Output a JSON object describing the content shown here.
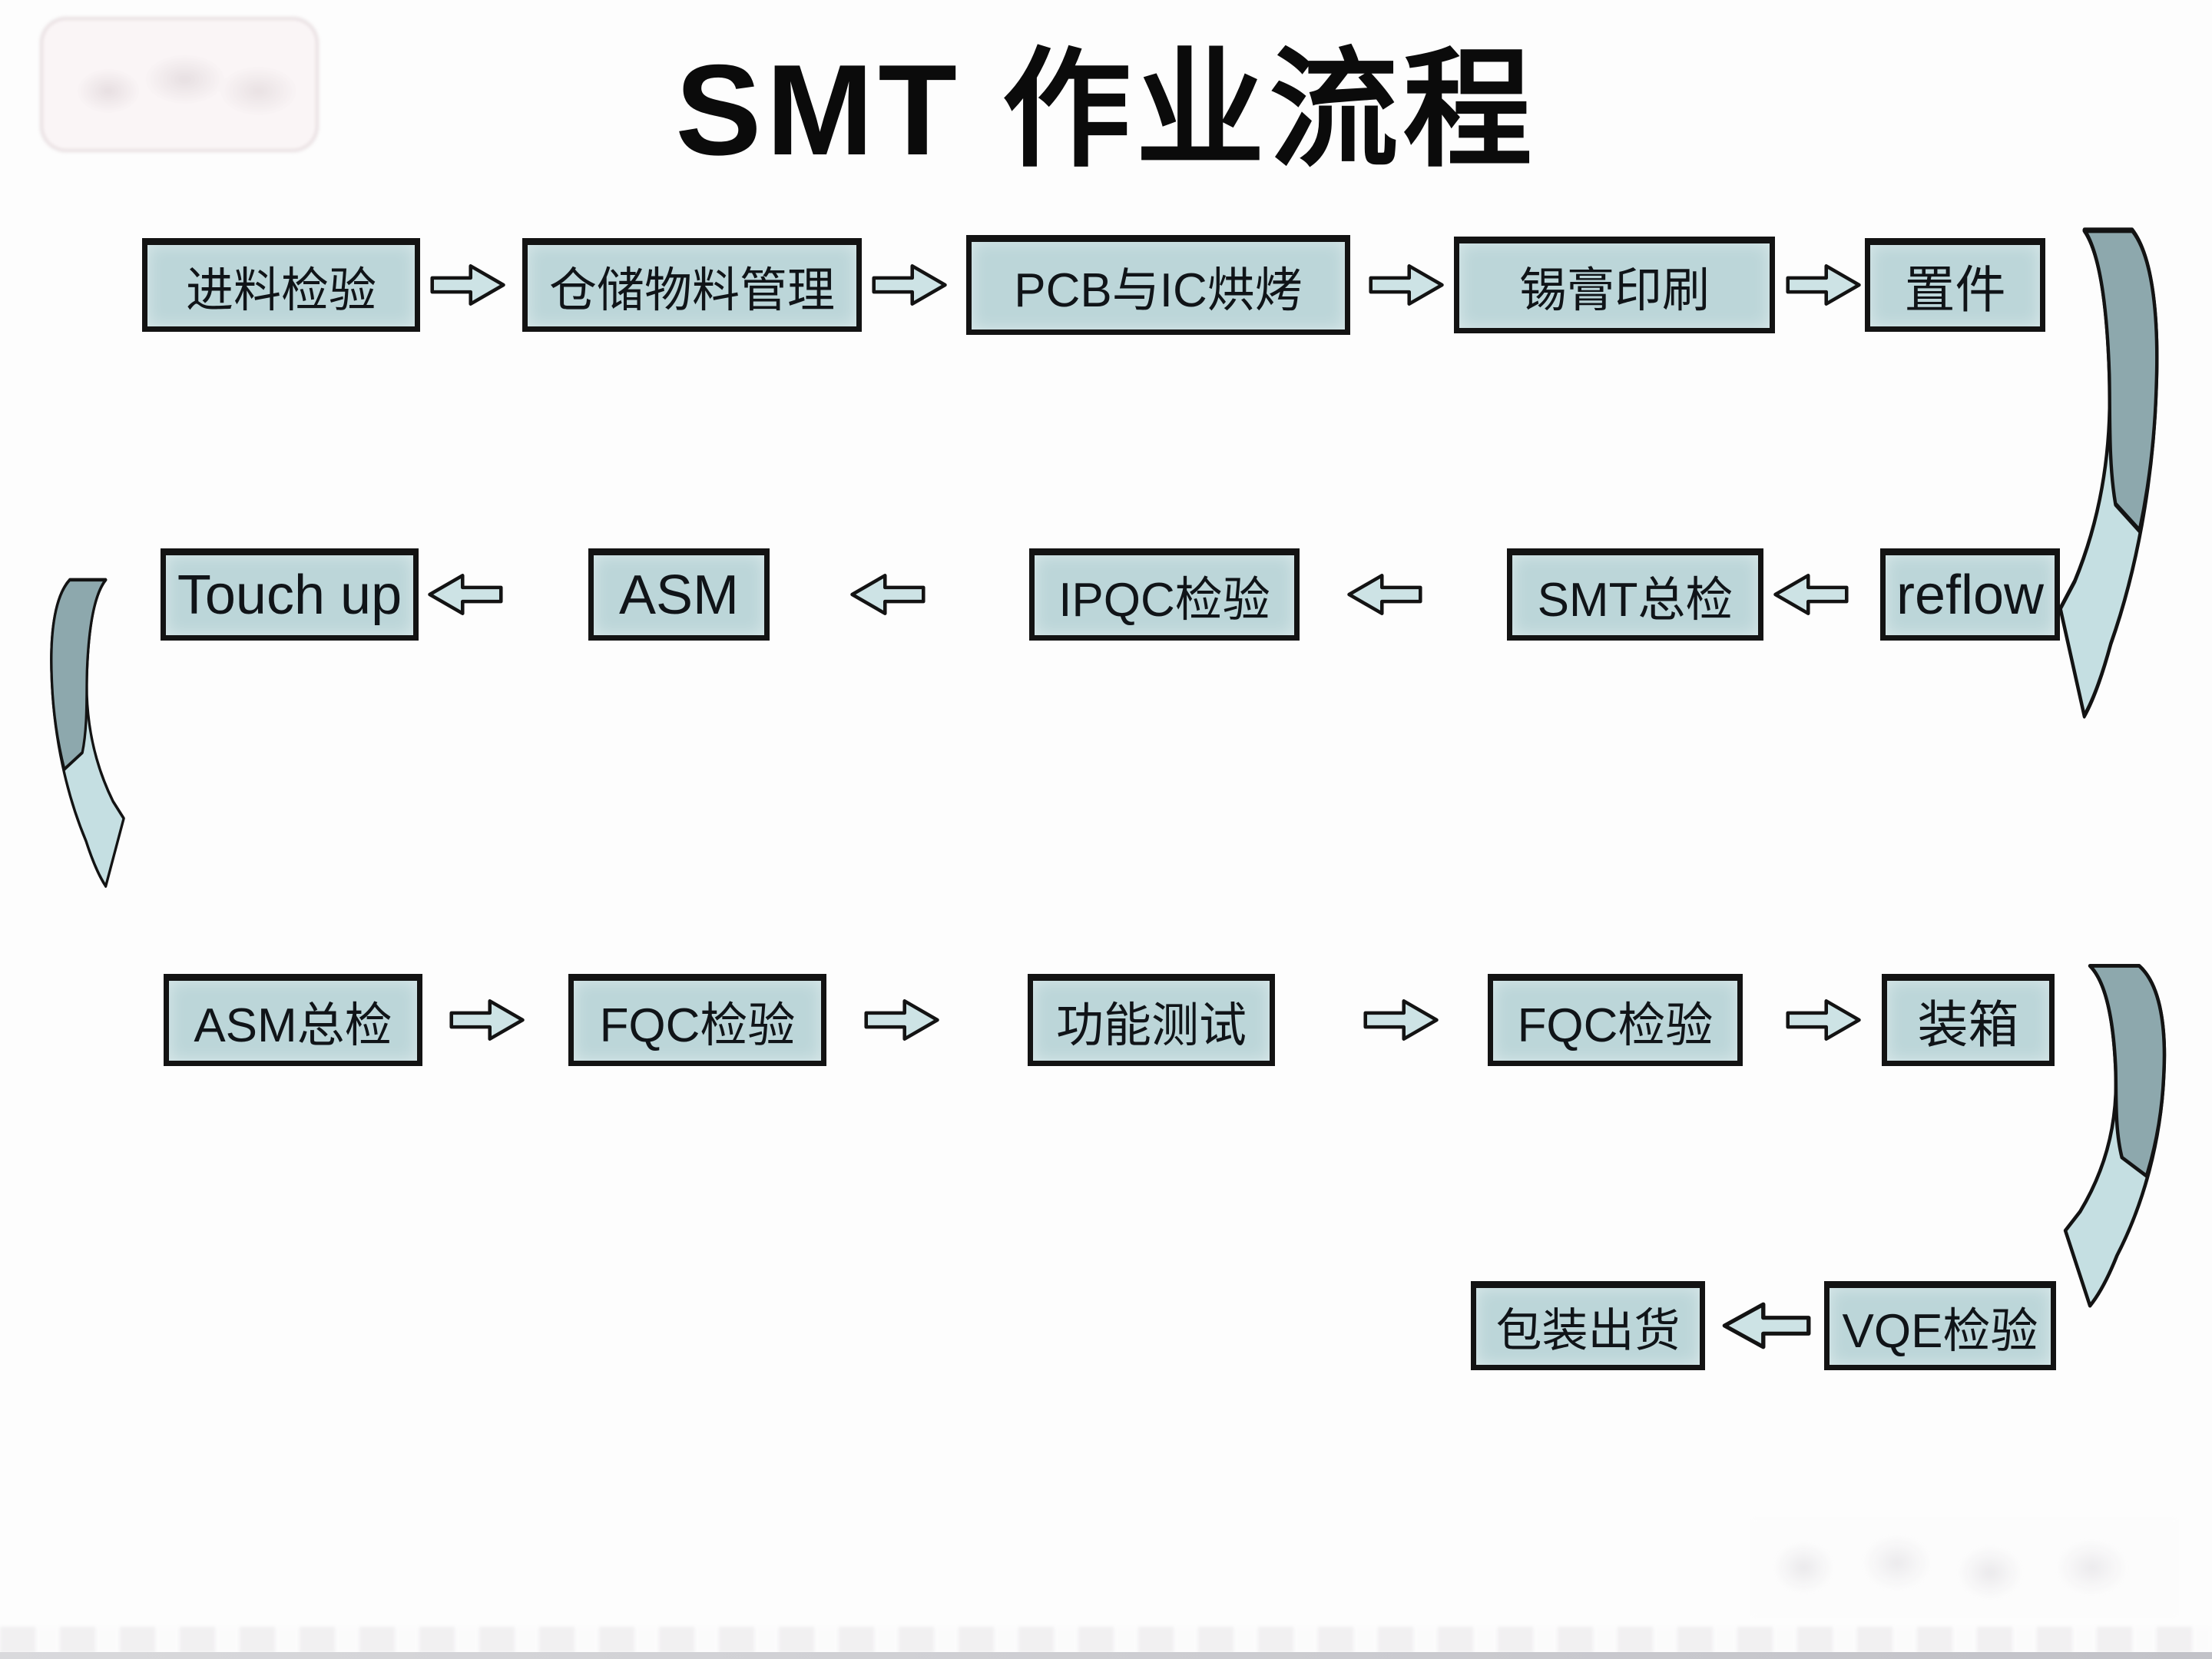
{
  "title": "SMT 作业流程",
  "rows": [
    {
      "direction": "right",
      "boxes": [
        "进料检验",
        "仓储物料管理",
        "PCB与IC烘烤",
        "锡膏印刷",
        "置件"
      ]
    },
    {
      "direction": "left",
      "boxes": [
        "Touch up",
        "ASM",
        "IPQC检验",
        "SMT总检",
        "reflow"
      ]
    },
    {
      "direction": "right",
      "boxes": [
        "ASM总检",
        "FQC检验",
        "功能测试",
        "FQC检验",
        "装箱"
      ]
    },
    {
      "direction": "left",
      "boxes": [
        "包装出货",
        "VQE检验"
      ]
    }
  ],
  "colors": {
    "background": "#fdfdfd",
    "title_color": "#0b0b0b",
    "box_fill": "#bcd6d9",
    "box_border": "#131313",
    "arrow_fill": "#cde3e5",
    "curve_dark": "#8da8ad",
    "curve_light": "#c5dfe2"
  }
}
